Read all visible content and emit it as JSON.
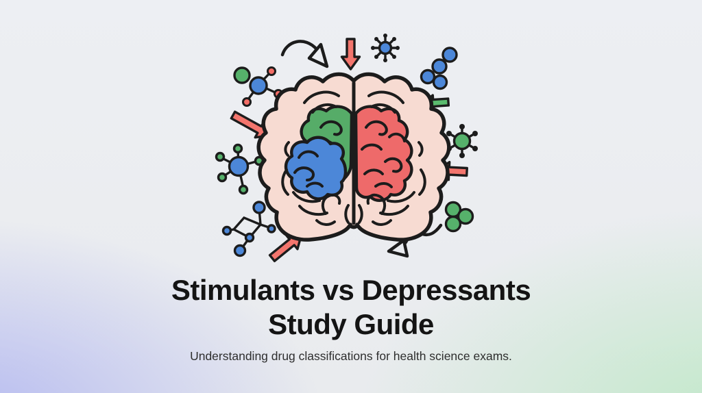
{
  "palette": {
    "bg_top": "#edeff3",
    "bg_left": "#b4b9f0",
    "bg_right": "#c0e8c8",
    "ink": "#1c1c1c",
    "brain_cortex": "#f7dbd2",
    "brain_green": "#56ac68",
    "brain_blue": "#4c87d8",
    "brain_red": "#ee6a6a",
    "molecule_blue": "#4c87d8",
    "molecule_green": "#56b16b",
    "molecule_red": "#f26d66",
    "arrow_red": "#f3756d",
    "arrow_green": "#5abb6e",
    "title_color": "#141414",
    "subtitle_color": "#2e2e2e"
  },
  "hero": {
    "title_line1": "Stimulants vs Depressants",
    "title_line2": "Study Guide",
    "subtitle": "Understanding drug classifications for health science exams."
  },
  "illustration": {
    "icons": [
      "brain-icon",
      "compound-molecule-icon",
      "curved-arrow-right-icon",
      "red-arrow-down-icon",
      "blue-spoke-molecule-icon",
      "blue-cluster-molecule-icon",
      "green-arrow-left-icon",
      "green-spoke-molecule-icon",
      "red-arrow-left-icon",
      "green-cluster-molecule-icon",
      "curved-arrow-left-icon",
      "red-arrow-downright-icon",
      "blue-green-spoke-molecule-icon",
      "ring-molecule-icon",
      "red-arrow-upright-icon"
    ]
  }
}
